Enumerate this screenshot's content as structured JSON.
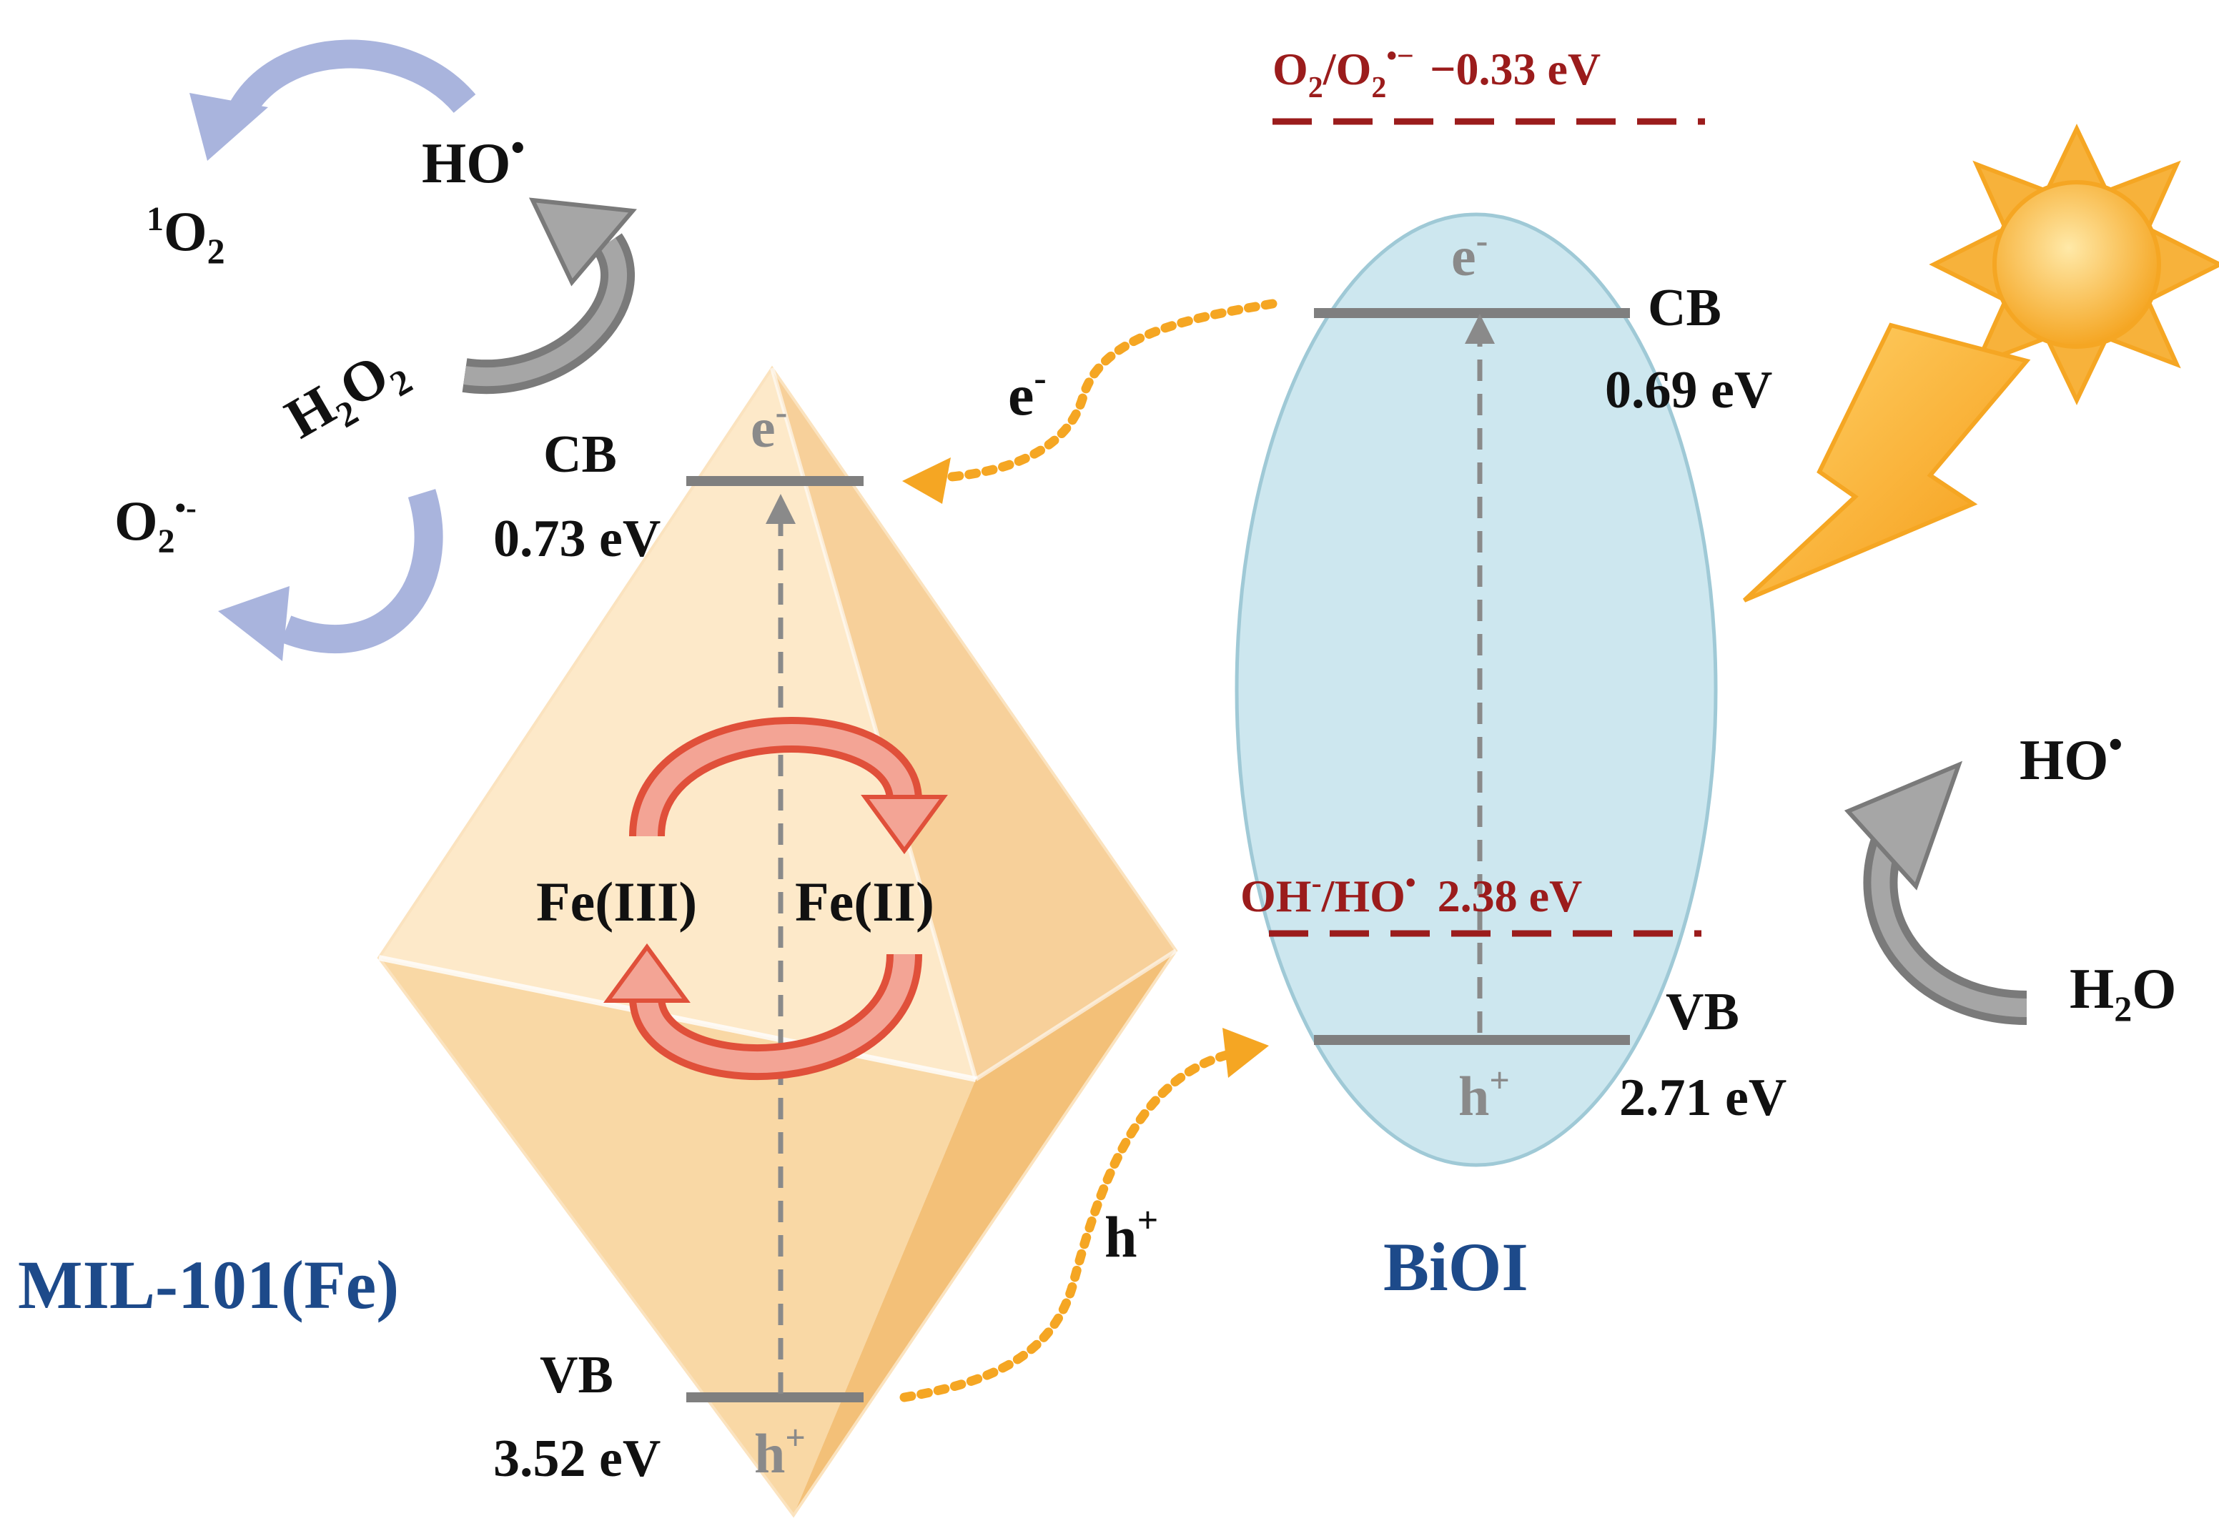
{
  "mil": {
    "name": "MIL-101(Fe)",
    "cb_label": "CB",
    "cb_value": "0.73 eV",
    "vb_label": "VB",
    "vb_value": "3.52 eV",
    "electron": "e",
    "electron_sup": "-",
    "hole": "h",
    "hole_sup": "+",
    "fe3": "Fe(III)",
    "fe2": "Fe(II)"
  },
  "bioi": {
    "name": "BiOI",
    "cb_label": "CB",
    "cb_value": "0.69 eV",
    "vb_label": "VB",
    "vb_value": "2.71 eV",
    "electron": "e",
    "electron_sup": "-",
    "hole": "h",
    "hole_sup": "+"
  },
  "transfer": {
    "electron": "e",
    "electron_sup": "-",
    "hole": "h",
    "hole_sup": "+"
  },
  "potentials": {
    "o2": {
      "o_a": "O",
      "sub_a": "2",
      "slash": "/O",
      "sub_b": "2",
      "sup": "•−",
      "value": "−0.33 eV"
    },
    "oh": {
      "oh": "OH",
      "sup": "-",
      "ho": "/HO",
      "dot": "•",
      "value": "2.38 eV"
    }
  },
  "species": {
    "ho_top": "HO",
    "ho_top_dot": "•",
    "singlet_sup": "1",
    "singlet_o": "O",
    "singlet_sub": "2",
    "h2o2_h": "H",
    "h2o2_sub1": "2",
    "h2o2_o": "O",
    "h2o2_sub2": "2",
    "superoxide_o": "O",
    "superoxide_sub": "2",
    "superoxide_sup": "•-",
    "ho_right": "HO",
    "ho_right_dot": "•",
    "water_h": "H",
    "water_sub": "2",
    "water_o": "O"
  },
  "colors": {
    "crystal_light": "#fde9c9",
    "crystal_mid": "#f9d8a5",
    "crystal_dark": "#f5c98a",
    "ellipse_fill": "#cde7ef",
    "ellipse_stroke": "#9fc9d6",
    "band_line": "#7f7f7f",
    "dashed_red": "#9b1c1c",
    "orange_dots": "#f5a623",
    "fe_arrow": "#e0503a",
    "grey_arrow": "#7a7a7a",
    "lavender_arrow": "#a9b4dd",
    "sun": "#f7b23b",
    "label_blue": "#1d4a8a"
  }
}
